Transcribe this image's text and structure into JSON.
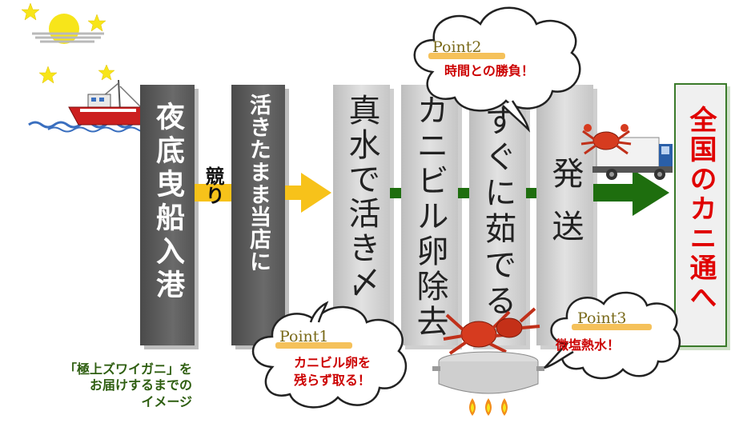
{
  "colors": {
    "dark_box": "#5a5a5a",
    "light_box": "#d6d6d6",
    "yellow_arrow": "#f7c21a",
    "green_arrow": "#1e6e0e",
    "final_box_border": "#3a7a2a",
    "final_text": "#e00000",
    "point_label": "#7a6a1a",
    "point_text": "#cc0000",
    "caption": "#2e5e10"
  },
  "steps": [
    {
      "text": "夜底曳船入港"
    },
    {
      "text": "活きたまま当店に"
    },
    {
      "text": "真水で活き〆"
    },
    {
      "text": "カニビル卵除去"
    },
    {
      "text": "すぐに茹でる"
    },
    {
      "text": "発送"
    }
  ],
  "auction_label": "競り",
  "destination": "全国のカニ通へ",
  "points": [
    {
      "label": "Point1",
      "text": "カニビル卵を\n残らず取る！"
    },
    {
      "label": "Point2",
      "text": "時間との勝負！"
    },
    {
      "label": "Point3",
      "text": "微塩熱水！"
    }
  ],
  "caption": "「極上ズワイガニ」を\nお届けするまでの\nイメージ",
  "icons": [
    "star-icon",
    "moon-icon",
    "fishing-boat-icon",
    "waves-icon",
    "crab-icon",
    "truck-icon",
    "boiling-pot-icon",
    "flame-icon",
    "thought-cloud-icon"
  ]
}
